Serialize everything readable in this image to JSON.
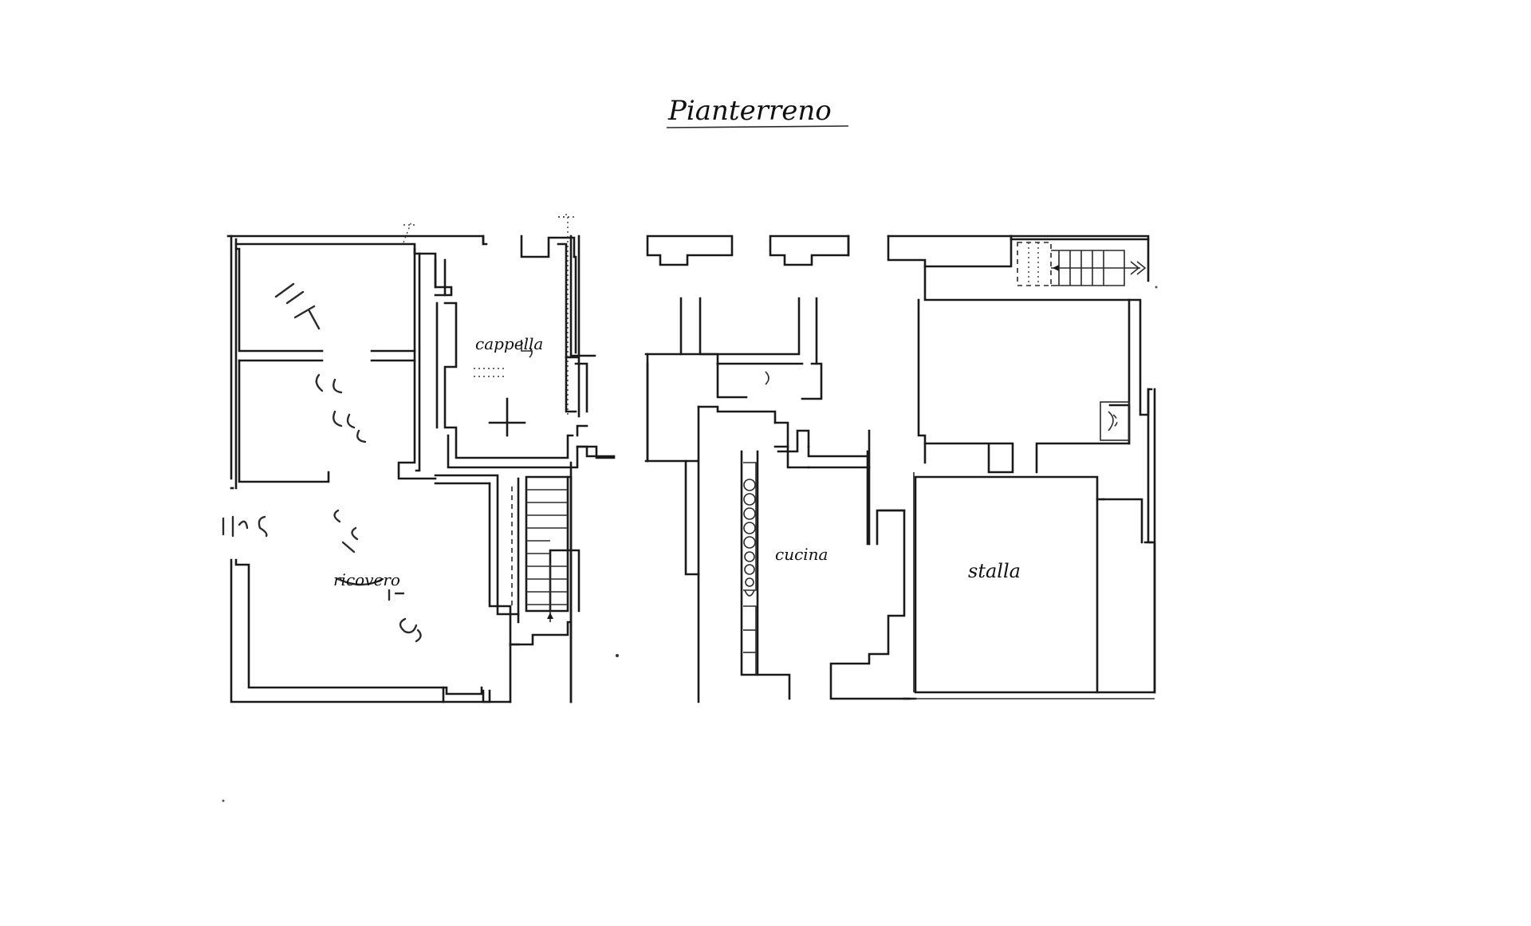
{
  "drawing": {
    "title": "Pianterreno",
    "rooms": {
      "cappella": "cappella",
      "ingresso": "ricovero",
      "cucina": "cucina",
      "stalla": "stalla"
    }
  }
}
